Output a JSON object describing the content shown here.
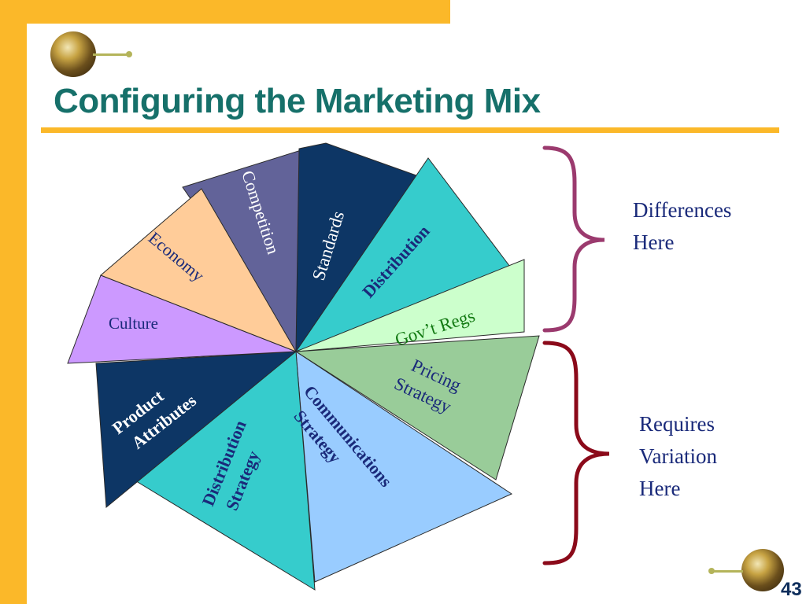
{
  "slide": {
    "title": "Configuring the Marketing Mix",
    "page_number": "43"
  },
  "colors": {
    "frame": "#fbb829",
    "title": "#16706a",
    "brace_top": "#9b3a6e",
    "brace_bottom": "#8b0a1a",
    "side_text": "#1a2a7a"
  },
  "segments": [
    {
      "id": "competition",
      "label": "Competition",
      "fill": "#626399",
      "text_color": "#ffffff",
      "bold": false
    },
    {
      "id": "standards",
      "label": "Standards",
      "fill": "#0d3665",
      "text_color": "#ffffff",
      "bold": false
    },
    {
      "id": "distribution",
      "label": "Distribution",
      "fill": "#36cccc",
      "text_color": "#1a2a7a",
      "bold": true
    },
    {
      "id": "govt-regs",
      "label": "Gov’t Regs",
      "fill": "#ccffcc",
      "text_color": "#137a13",
      "bold": false
    },
    {
      "id": "pricing-strategy",
      "label": "Pricing Strategy",
      "fill": "#99cc99",
      "text_color": "#1a2a7a",
      "bold": false
    },
    {
      "id": "communications-strategy",
      "label": "Communications Strategy",
      "fill": "#99ccff",
      "text_color": "#1a2a7a",
      "bold": true
    },
    {
      "id": "distribution-strategy",
      "label": "Distribution Strategy",
      "fill": "#36cccc",
      "text_color": "#1a2a7a",
      "bold": true
    },
    {
      "id": "product-attributes",
      "label": "Product Attributes",
      "fill": "#0d3665",
      "text_color": "#ffffff",
      "bold": true
    },
    {
      "id": "culture",
      "label": "Culture",
      "fill": "#cc99ff",
      "text_color": "#1a2a7a",
      "bold": false
    },
    {
      "id": "economy",
      "label": "Economy",
      "fill": "#ffcc99",
      "text_color": "#1a2a7a",
      "bold": false
    }
  ],
  "labels": {
    "differences_line1": "Differences",
    "differences_line2": "Here",
    "requires_line1": "Requires",
    "requires_line2": "Variation",
    "requires_line3": "Here"
  }
}
